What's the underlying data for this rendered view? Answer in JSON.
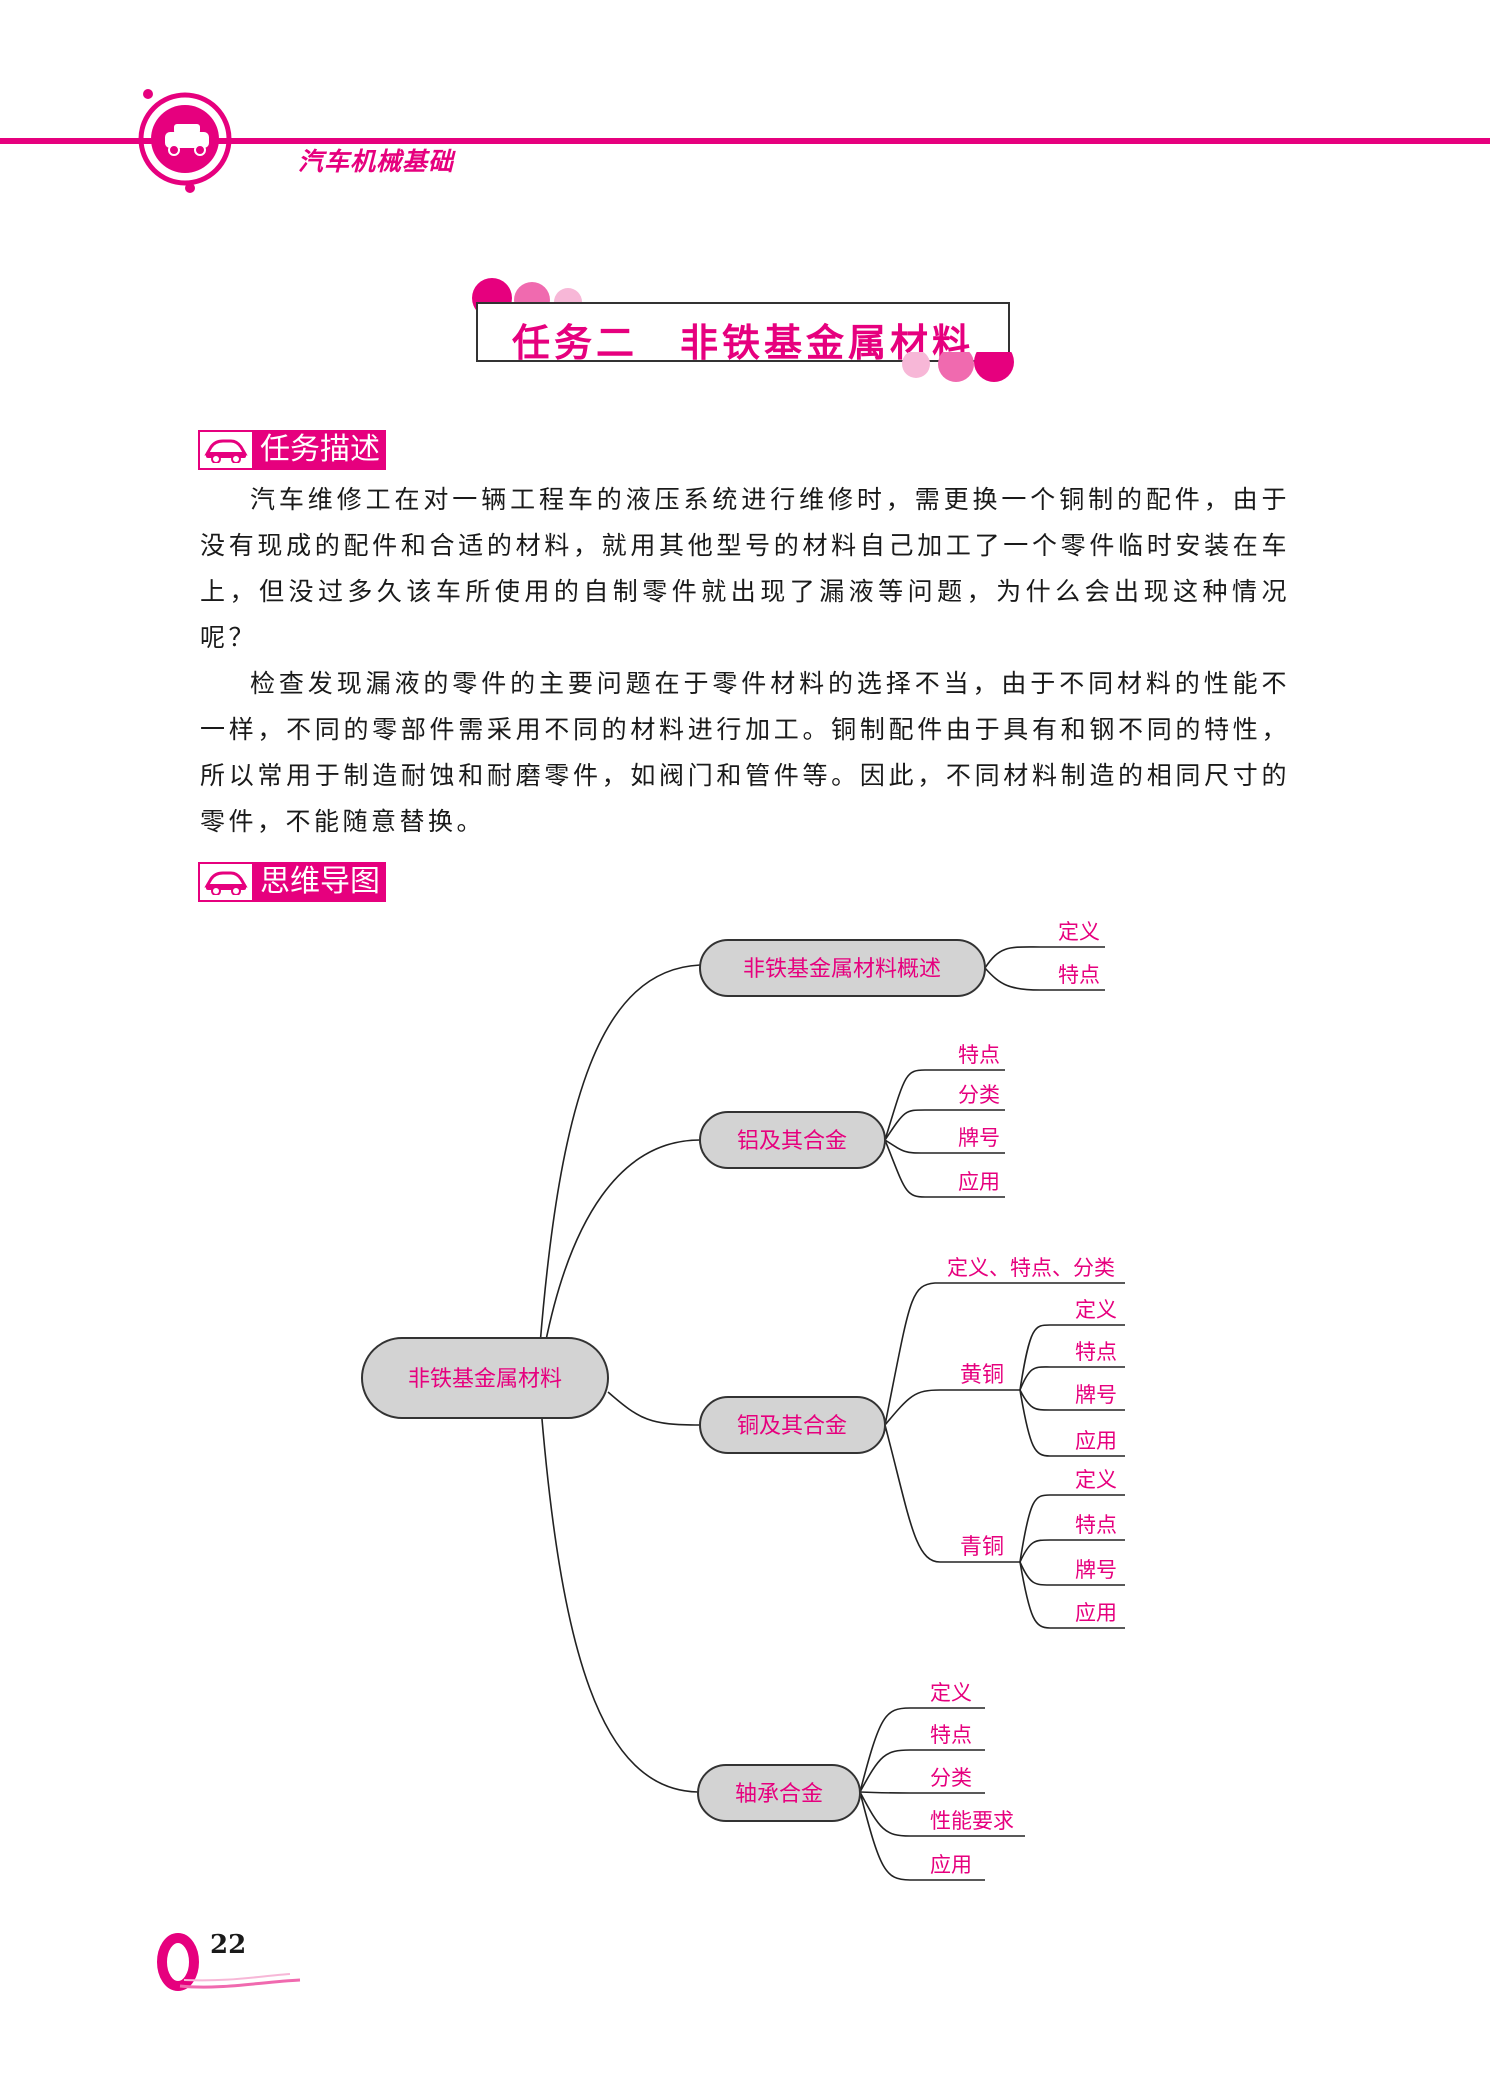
{
  "header": {
    "book_title": "汽车机械基础",
    "accent_color": "#e6007e",
    "logo_icon": "wrench-car-icon"
  },
  "task": {
    "title": "任务二　非铁基金属材料"
  },
  "sections": {
    "description_label": "任务描述",
    "mindmap_label": "思维导图",
    "badge_icon": "car-icon"
  },
  "description": {
    "paragraphs": [
      "汽车维修工在对一辆工程车的液压系统进行维修时，需更换一个铜制的配件，由于没有现成的配件和合适的材料，就用其他型号的材料自己加工了一个零件临时安装在车上，但没过多久该车所使用的自制零件就出现了漏液等问题，为什么会出现这种情况呢？",
      "检查发现漏液的零件的主要问题在于零件材料的选择不当，由于不同材料的性能不一样，不同的零部件需采用不同的材料进行加工。铜制配件由于具有和钢不同的特性，所以常用于制造耐蚀和耐磨零件，如阀门和管件等。因此，不同材料制造的相同尺寸的零件，不能随意替换。"
    ]
  },
  "mindmap": {
    "root": "非铁基金属材料",
    "overview": {
      "label": "非铁基金属材料概述",
      "leaves": [
        "定义",
        "特点"
      ]
    },
    "aluminum": {
      "label": "铝及其合金",
      "leaves": [
        "特点",
        "分类",
        "牌号",
        "应用"
      ]
    },
    "copper": {
      "label": "铜及其合金",
      "general": "定义、特点、分类",
      "brass": {
        "label": "黄铜",
        "leaves": [
          "定义",
          "特点",
          "牌号",
          "应用"
        ]
      },
      "bronze": {
        "label": "青铜",
        "leaves": [
          "定义",
          "特点",
          "牌号",
          "应用"
        ]
      }
    },
    "bearing": {
      "label": "轴承合金",
      "leaves": [
        "定义",
        "特点",
        "分类",
        "性能要求",
        "应用"
      ]
    }
  },
  "footer": {
    "page_number": "22"
  }
}
